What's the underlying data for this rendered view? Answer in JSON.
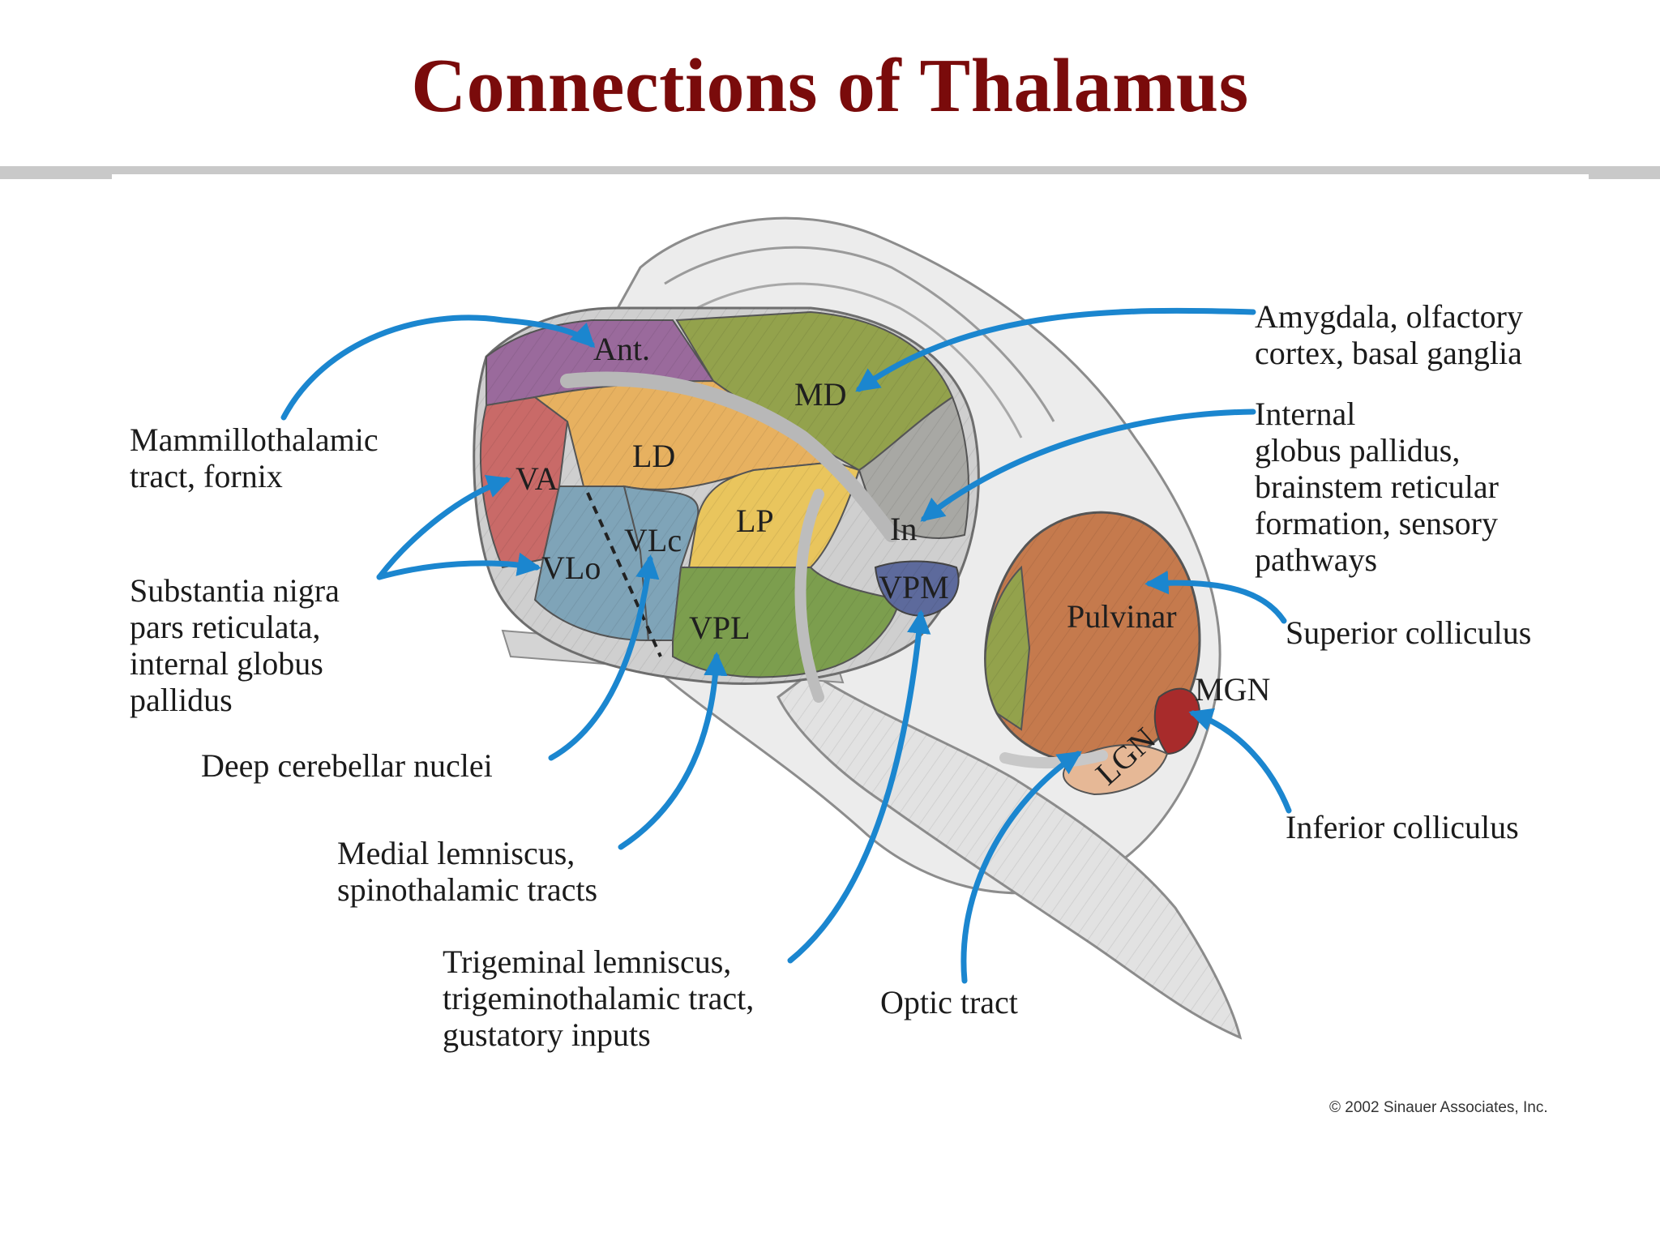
{
  "title": "Connections of Thalamus",
  "colors": {
    "title": "#7a0b0b",
    "arrow": "#1b86cf",
    "ant": "#9a6a9c",
    "va": "#c96a68",
    "vlo": "#7fa4b8",
    "vlc": "#7fa4b8",
    "ld": "#e7b160",
    "lp": "#e9c55d",
    "md": "#93a24c",
    "vpl": "#7c9e4e",
    "in": "#a8a8a4",
    "vpm": "#5d6a9c",
    "pulvinar": "#c57a4d",
    "lgn": "#e6b896",
    "mgn": "#a82b2b",
    "brainstem": "#dcdcdc"
  },
  "nuclei": {
    "ant": "Ant.",
    "md": "MD",
    "ld": "LD",
    "va": "VA",
    "lp": "LP",
    "vlc": "VLc",
    "vlo": "VLo",
    "in": "In",
    "vpm": "VPM",
    "vpl": "VPL",
    "pulvinar": "Pulvinar",
    "mgn": "MGN",
    "lgn": "LGN"
  },
  "inputs": {
    "mammillothalamic": "Mammillothalamic\ntract, fornix",
    "substantia_nigra": "Substantia nigra\npars reticulata,\ninternal globus\npallidus",
    "deep_cerebellar": "Deep cerebellar nuclei",
    "medial_lemniscus": "Medial lemniscus,\nspinothalamic tracts",
    "trigeminal": "Trigeminal lemniscus,\ntrigeminothalamic tract,\ngustatory inputs",
    "optic_tract": "Optic tract",
    "amygdala": "Amygdala, olfactory\ncortex, basal ganglia",
    "internal_gp": "Internal\nglobus pallidus,\nbrainstem reticular\nformation, sensory\npathways",
    "superior_colliculus": "Superior colliculus",
    "inferior_colliculus": "Inferior colliculus"
  },
  "copyright": "© 2002 Sinauer Associates, Inc."
}
